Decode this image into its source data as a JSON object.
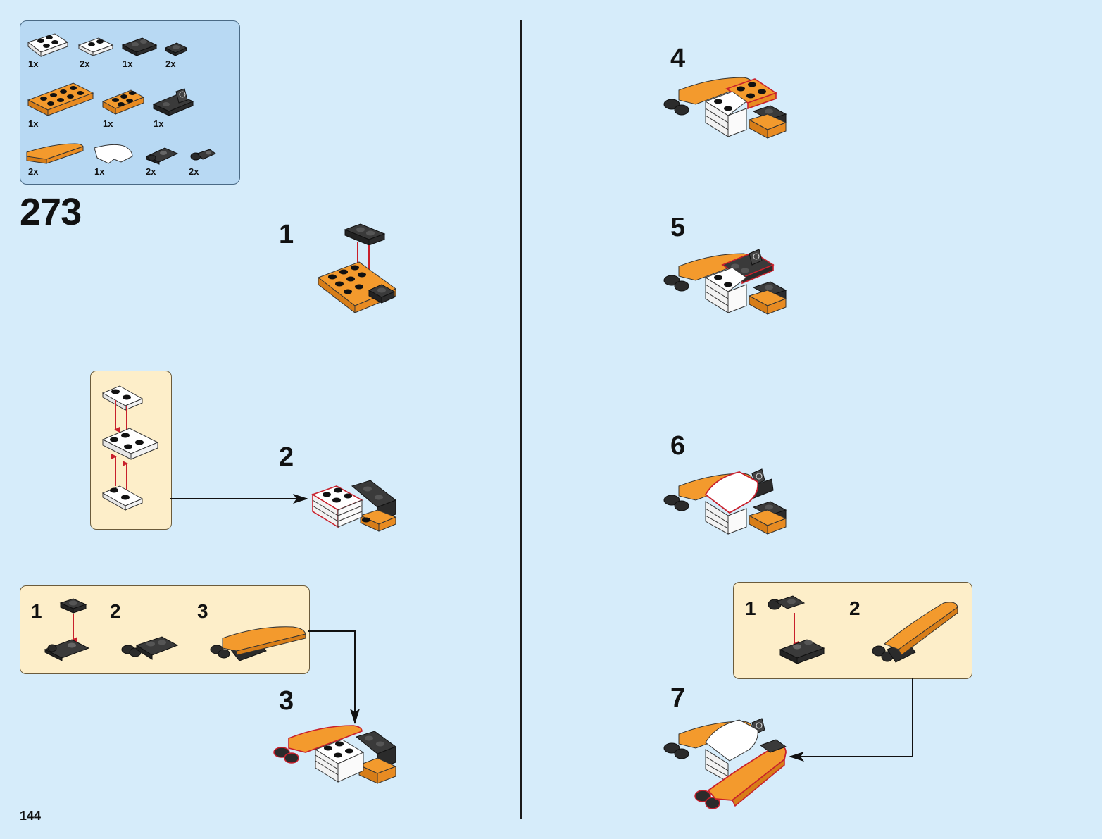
{
  "set_step": "273",
  "page_number": "144",
  "parts": [
    {
      "qty": "1x",
      "icon": "white-plate-2x2-icon"
    },
    {
      "qty": "2x",
      "icon": "white-plate-1x2-icon"
    },
    {
      "qty": "1x",
      "icon": "black-plate-1x2-icon"
    },
    {
      "qty": "2x",
      "icon": "black-plate-1x1-icon"
    },
    {
      "qty": "1x",
      "icon": "orange-plate-2x4-icon"
    },
    {
      "qty": "1x",
      "icon": "orange-plate-2x3-icon"
    },
    {
      "qty": "1x",
      "icon": "black-bracket-icon"
    },
    {
      "qty": "2x",
      "icon": "orange-curved-slope-icon"
    },
    {
      "qty": "1x",
      "icon": "white-curved-slope-icon"
    },
    {
      "qty": "2x",
      "icon": "black-clip-plate-icon"
    },
    {
      "qty": "2x",
      "icon": "black-clip-icon"
    }
  ],
  "steps": {
    "s1": "1",
    "s2": "2",
    "s3": "3",
    "s4": "4",
    "s5": "5",
    "s6": "6",
    "s7": "7"
  },
  "callout_a": {
    "n1": "1",
    "n2": "2",
    "n3": "3"
  },
  "callout_b": {
    "n1": "1",
    "n2": "2"
  },
  "colors": {
    "orange": "#f39a2d",
    "black": "#2b2b2b",
    "white": "#ffffff",
    "arrow_red": "#c8202c",
    "callout_bg": "#fdeec9",
    "parts_bg": "#b8d9f3",
    "page_bg": "#d6ecfa"
  }
}
